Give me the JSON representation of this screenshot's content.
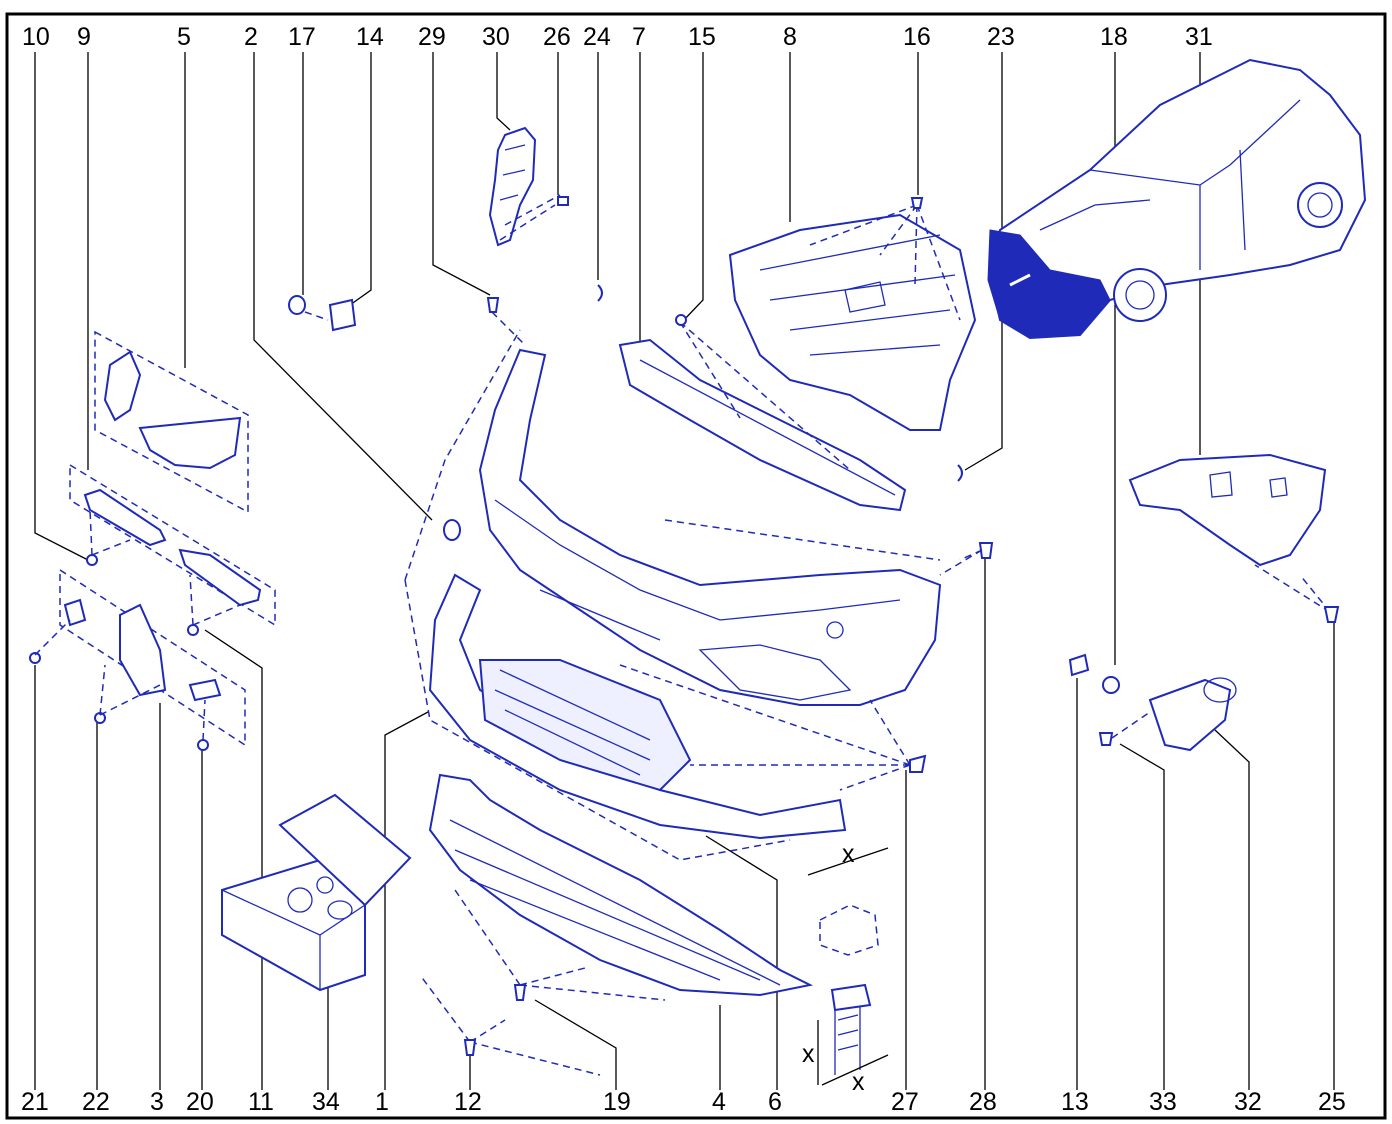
{
  "diagram": {
    "top_labels": [
      "10",
      "9",
      "5",
      "2",
      "17",
      "14",
      "29",
      "30",
      "26",
      "24",
      "7",
      "15",
      "8",
      "16",
      "23",
      "18",
      "31"
    ],
    "bottom_labels": [
      "21",
      "22",
      "3",
      "20",
      "11",
      "34",
      "1",
      "12",
      "19",
      "4",
      "6",
      "27",
      "28",
      "13",
      "33",
      "32",
      "25"
    ],
    "dimension_label": "x",
    "colors": {
      "line": "#1f2bb8",
      "text": "#000000",
      "frame": "#000000"
    }
  }
}
